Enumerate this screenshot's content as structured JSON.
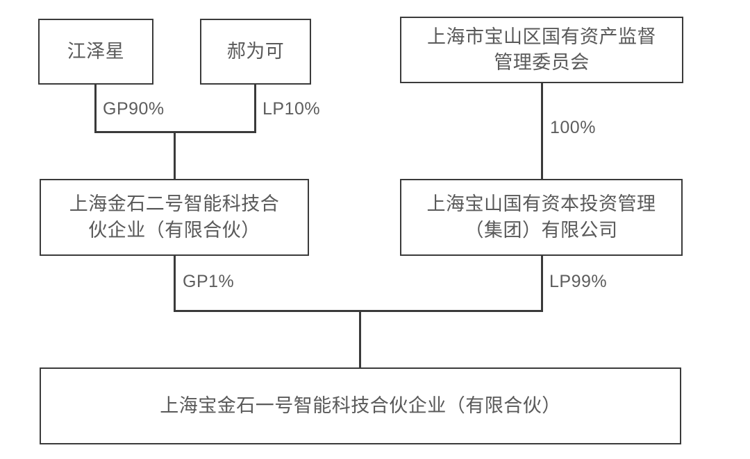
{
  "diagram": {
    "type": "ownership-structure-chart",
    "title_visible": false,
    "colors": {
      "background": "#ffffff",
      "box_border": "#3a3a3a",
      "box_fill": "#ffffff",
      "text": "#595959",
      "label_text": "#5d5d5d",
      "connector": "#3a3a3a"
    },
    "nodes": [
      {
        "id": "jiang-zexing",
        "label": "江泽星",
        "role": "natural-person",
        "row": "top",
        "column": "left"
      },
      {
        "id": "hao-weike",
        "label": "郝为可",
        "role": "natural-person",
        "row": "top",
        "column": "left-2"
      },
      {
        "id": "baoshan-sasac",
        "label": "上海市宝山区国有资产监督\n管理委员会",
        "role": "government-body",
        "row": "top",
        "column": "right"
      },
      {
        "id": "jinshi-no2",
        "label": "上海金石二号智能科技合\n伙企业（有限合伙）",
        "role": "partnership",
        "row": "middle",
        "column": "left"
      },
      {
        "id": "baoshan-capital",
        "label": "上海宝山国有资本投资管理\n（集团）有限公司",
        "role": "company",
        "row": "middle",
        "column": "right"
      },
      {
        "id": "baojinshi-no1",
        "label": "上海宝金石一号智能科技合伙企业（有限合伙）",
        "role": "target-partnership",
        "row": "bottom",
        "column": "full"
      }
    ],
    "edges": [
      {
        "id": "edge-jiang-to-jinshi2",
        "from": "jiang-zexing",
        "to": "jinshi-no2",
        "label": "GP90%"
      },
      {
        "id": "edge-hao-to-jinshi2",
        "from": "hao-weike",
        "to": "jinshi-no2",
        "label": "LP10%"
      },
      {
        "id": "edge-sasac-to-capital",
        "from": "baoshan-sasac",
        "to": "baoshan-capital",
        "label": "100%"
      },
      {
        "id": "edge-jinshi2-to-target",
        "from": "jinshi-no2",
        "to": "baojinshi-no1",
        "label": "GP1%"
      },
      {
        "id": "edge-capital-to-target",
        "from": "baoshan-capital",
        "to": "baojinshi-no1",
        "label": "LP99%"
      }
    ]
  }
}
